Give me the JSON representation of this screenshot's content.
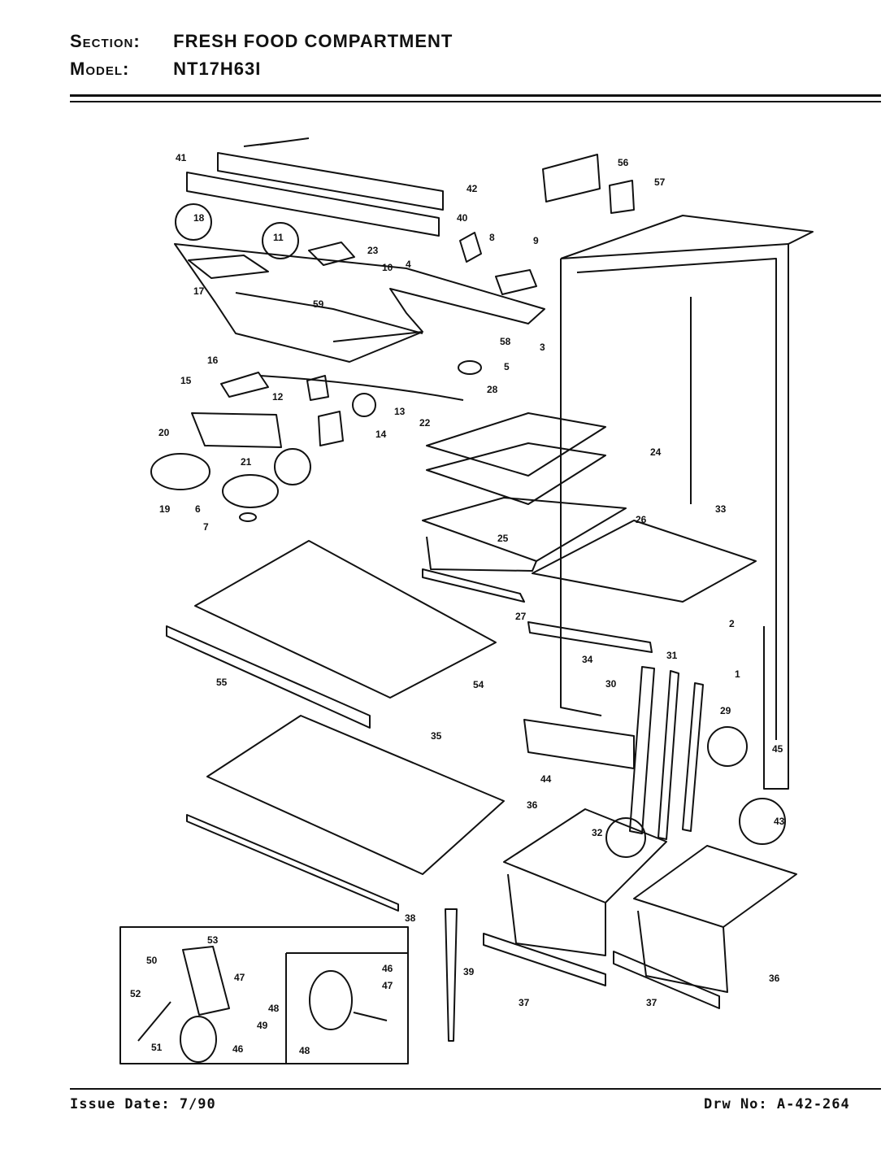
{
  "header": {
    "section_label": "Section:",
    "section_value": "FRESH FOOD COMPARTMENT",
    "model_label": "Model:",
    "model_value": "NT17H63I"
  },
  "callouts": [
    "41",
    "42",
    "40",
    "8",
    "9",
    "56",
    "57",
    "18",
    "11",
    "23",
    "10",
    "4",
    "17",
    "59",
    "3",
    "58",
    "16",
    "5",
    "15",
    "12",
    "13",
    "22",
    "28",
    "24",
    "20",
    "14",
    "21",
    "19",
    "6",
    "7",
    "26",
    "25",
    "33",
    "2",
    "1",
    "27",
    "34",
    "31",
    "30",
    "29",
    "45",
    "43",
    "54",
    "55",
    "35",
    "44",
    "36",
    "32",
    "38",
    "39",
    "37",
    "37",
    "36",
    "53",
    "50",
    "47",
    "52",
    "48",
    "49",
    "51",
    "46",
    "46",
    "47",
    "48"
  ],
  "footer": {
    "issue_date": "Issue Date: 7/90",
    "drawing_no": "Drw No: A-42-264"
  }
}
